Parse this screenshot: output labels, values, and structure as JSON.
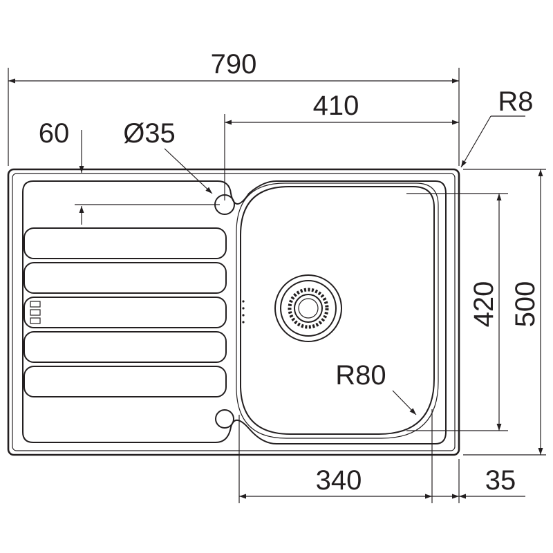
{
  "diagram": {
    "dimensions": {
      "overall_width": "790",
      "bowl_offset_width": "410",
      "tap_hole_offset": "60",
      "tap_hole_diameter": "Ø35",
      "corner_radius_outer": "R8",
      "overall_depth": "500",
      "bowl_depth": "420",
      "bowl_corner_radius": "R80",
      "bowl_width": "340",
      "rim_width": "35"
    },
    "colors": {
      "line": "#231f20",
      "background": "#ffffff"
    },
    "drainer_grooves": 5
  }
}
